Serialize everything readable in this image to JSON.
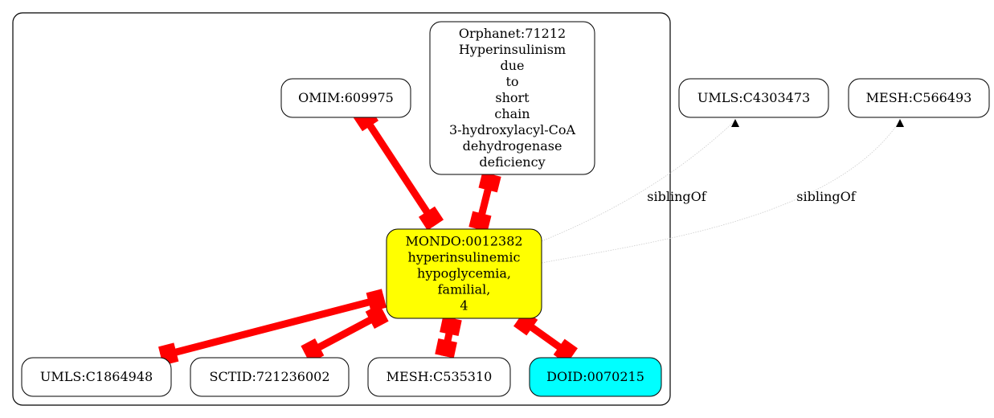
{
  "nodes": [
    {
      "id": "omim",
      "lines": [
        "OMIM:609975"
      ],
      "fill": "#ffffff"
    },
    {
      "id": "orphanet",
      "lines": [
        "Orphanet:71212",
        "Hyperinsulinism",
        "due",
        "to",
        "short",
        "chain",
        "3-hydroxylacyl-CoA",
        "dehydrogenase",
        "deficiency"
      ],
      "fill": "#ffffff"
    },
    {
      "id": "mondo",
      "lines": [
        "MONDO:0012382",
        "hyperinsulinemic",
        "hypoglycemia,",
        "familial,",
        "4"
      ],
      "fill": "#ffff00"
    },
    {
      "id": "umls1",
      "lines": [
        "UMLS:C1864948"
      ],
      "fill": "#ffffff"
    },
    {
      "id": "sctid",
      "lines": [
        "SCTID:721236002"
      ],
      "fill": "#ffffff"
    },
    {
      "id": "mesh1",
      "lines": [
        "MESH:C535310"
      ],
      "fill": "#ffffff"
    },
    {
      "id": "doid",
      "lines": [
        "DOID:0070215"
      ],
      "fill": "#00ffff"
    },
    {
      "id": "umls2",
      "lines": [
        "UMLS:C4303473"
      ],
      "fill": "#ffffff"
    },
    {
      "id": "mesh2",
      "lines": [
        "MESH:C566493"
      ],
      "fill": "#ffffff"
    }
  ],
  "edges": [
    {
      "from": "omim",
      "to": "mondo",
      "style": "equivalent",
      "color": "#ff0000"
    },
    {
      "from": "orphanet",
      "to": "mondo",
      "style": "equivalent",
      "color": "#ff0000"
    },
    {
      "from": "mondo",
      "to": "umls1",
      "style": "equivalent",
      "color": "#ff0000"
    },
    {
      "from": "mondo",
      "to": "sctid",
      "style": "equivalent",
      "color": "#ff0000"
    },
    {
      "from": "mondo",
      "to": "mesh1",
      "style": "equivalent",
      "color": "#ff0000"
    },
    {
      "from": "mondo",
      "to": "doid",
      "style": "equivalent",
      "color": "#ff0000"
    },
    {
      "from": "mondo",
      "to": "umls2",
      "style": "siblingOf",
      "label": "siblingOf",
      "color": "#cccccc"
    },
    {
      "from": "mondo",
      "to": "mesh2",
      "style": "siblingOf",
      "label": "siblingOf",
      "color": "#cccccc"
    }
  ]
}
